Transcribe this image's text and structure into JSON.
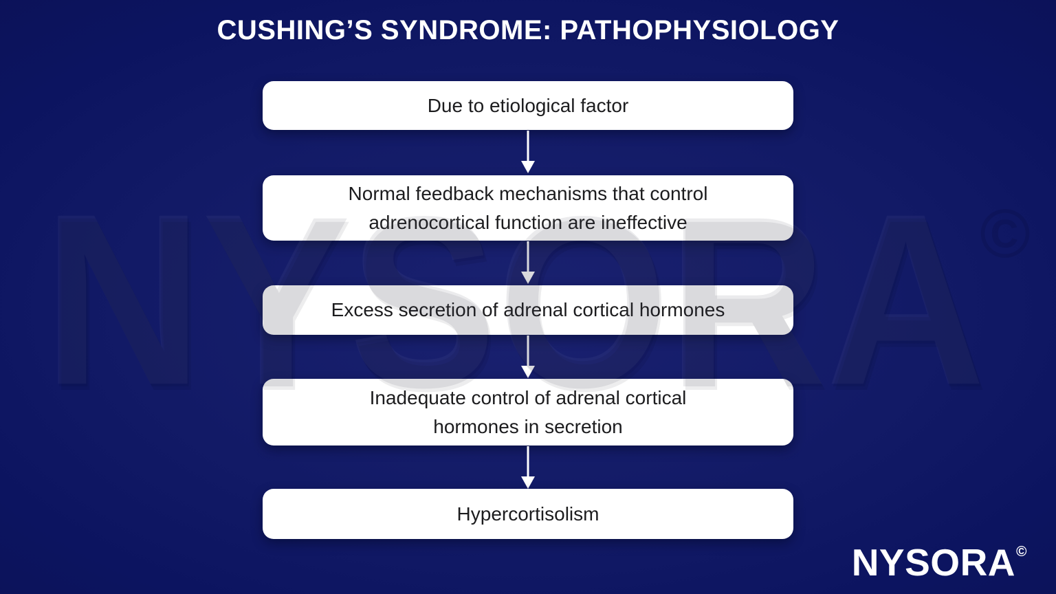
{
  "title": "CUSHING’S SYNDROME: PATHOPHYSIOLOGY",
  "flow": {
    "steps": [
      {
        "label": "Due to etiological factor"
      },
      {
        "label": "Normal feedback mechanisms that control\nadrenocortical function are ineffective"
      },
      {
        "label": "Excess secretion of adrenal cortical hormones"
      },
      {
        "label": "Inadequate control of adrenal cortical\nhormones in secretion"
      },
      {
        "label": "Hypercortisolism"
      }
    ]
  },
  "branding": {
    "logo_text": "NYSORA",
    "logo_mark": "©",
    "watermark_text": "NYSORA",
    "watermark_mark": "©"
  },
  "colors": {
    "background_center": "#1a2170",
    "background_edge": "#0b1154",
    "box_fill": "#ffffff",
    "box_text": "#1c1c1e",
    "title_text": "#ffffff",
    "arrow": "#ffffff"
  }
}
